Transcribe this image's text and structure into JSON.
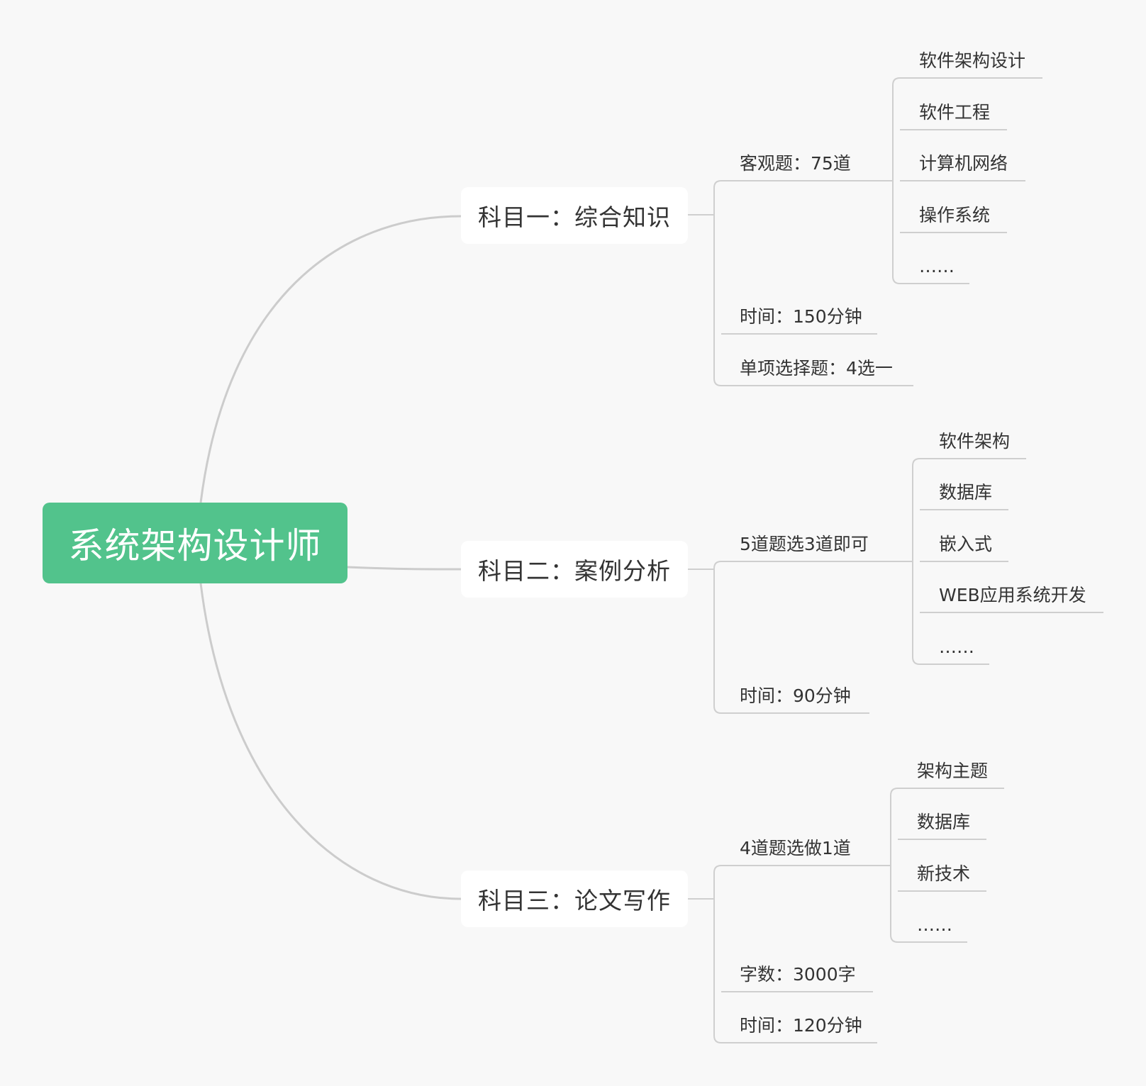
{
  "root": {
    "label": "系统架构设计师"
  },
  "branches": [
    {
      "label": "科目一：综合知识",
      "children": [
        {
          "label": "客观题：75道",
          "children": [
            "软件架构设计",
            "软件工程",
            "计算机网络",
            "操作系统",
            "……"
          ]
        },
        {
          "label": "时间：150分钟"
        },
        {
          "label": "单项选择题：4选一"
        }
      ]
    },
    {
      "label": "科目二：案例分析",
      "children": [
        {
          "label": "5道题选3道即可",
          "children": [
            "软件架构",
            "数据库",
            "嵌入式",
            "WEB应用系统开发",
            "……"
          ]
        },
        {
          "label": "时间：90分钟"
        }
      ]
    },
    {
      "label": "科目三：论文写作",
      "children": [
        {
          "label": "4道题选做1道",
          "children": [
            "架构主题",
            "数据库",
            "新技术",
            "……"
          ]
        },
        {
          "label": "字数：3000字"
        },
        {
          "label": "时间：120分钟"
        }
      ]
    }
  ]
}
